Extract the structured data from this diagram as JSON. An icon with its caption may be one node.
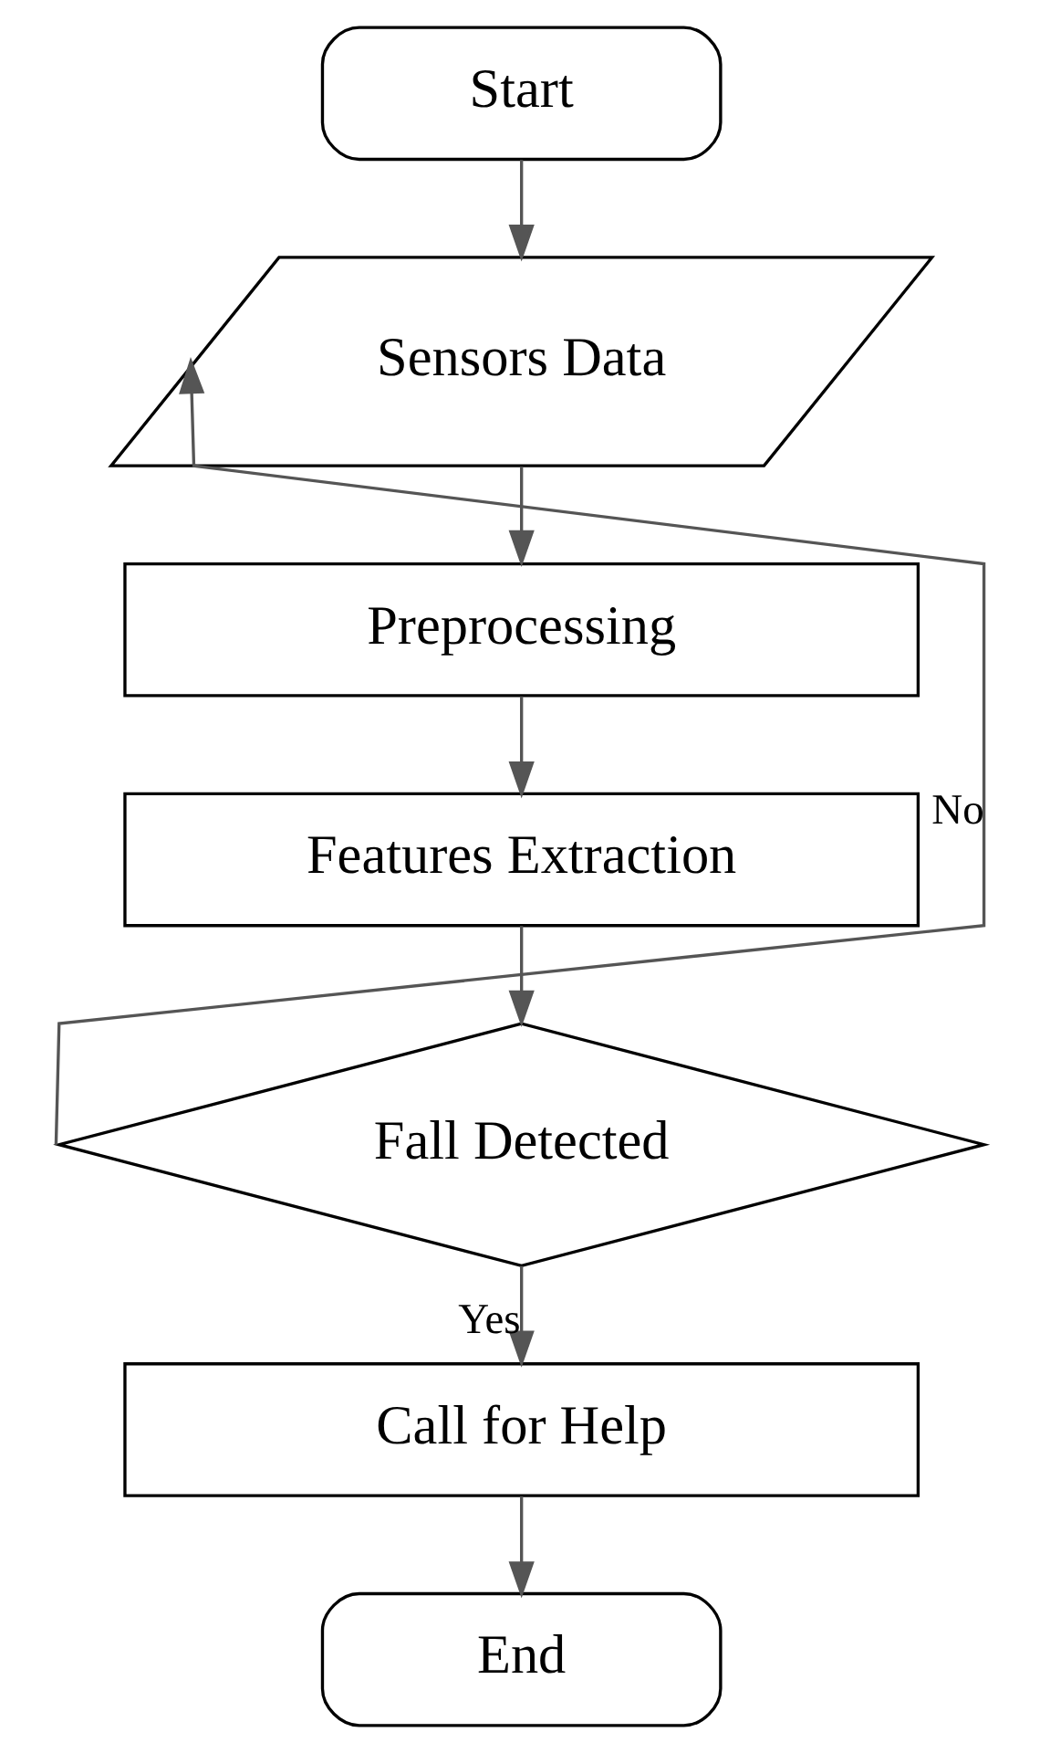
{
  "diagram": {
    "nodes": [
      {
        "text": [
          "Start"
        ]
      },
      {
        "text": [
          "Sensors Data"
        ]
      },
      {
        "text": [
          "Preprocessing"
        ]
      },
      {
        "text": [
          "Features Extraction"
        ]
      },
      {
        "text": [
          "Fall Detected"
        ]
      },
      {
        "text": [
          "Call for Help"
        ]
      },
      {
        "text": [
          "End"
        ]
      }
    ],
    "edges": [
      {
        "from": 0,
        "to": 1,
        "arrow": "to"
      },
      {
        "from": 1,
        "to": 2,
        "arrow": "to"
      },
      {
        "from": 2,
        "to": 3,
        "arrow": "to"
      },
      {
        "from": 3,
        "to": 4,
        "arrow": "to"
      },
      {
        "from": 4,
        "to": 1,
        "arrow": "to",
        "label": "No"
      },
      {
        "from": 4,
        "to": 5,
        "arrow": "to",
        "label": "Yes"
      },
      {
        "from": 5,
        "to": 6,
        "arrow": "to"
      }
    ]
  }
}
